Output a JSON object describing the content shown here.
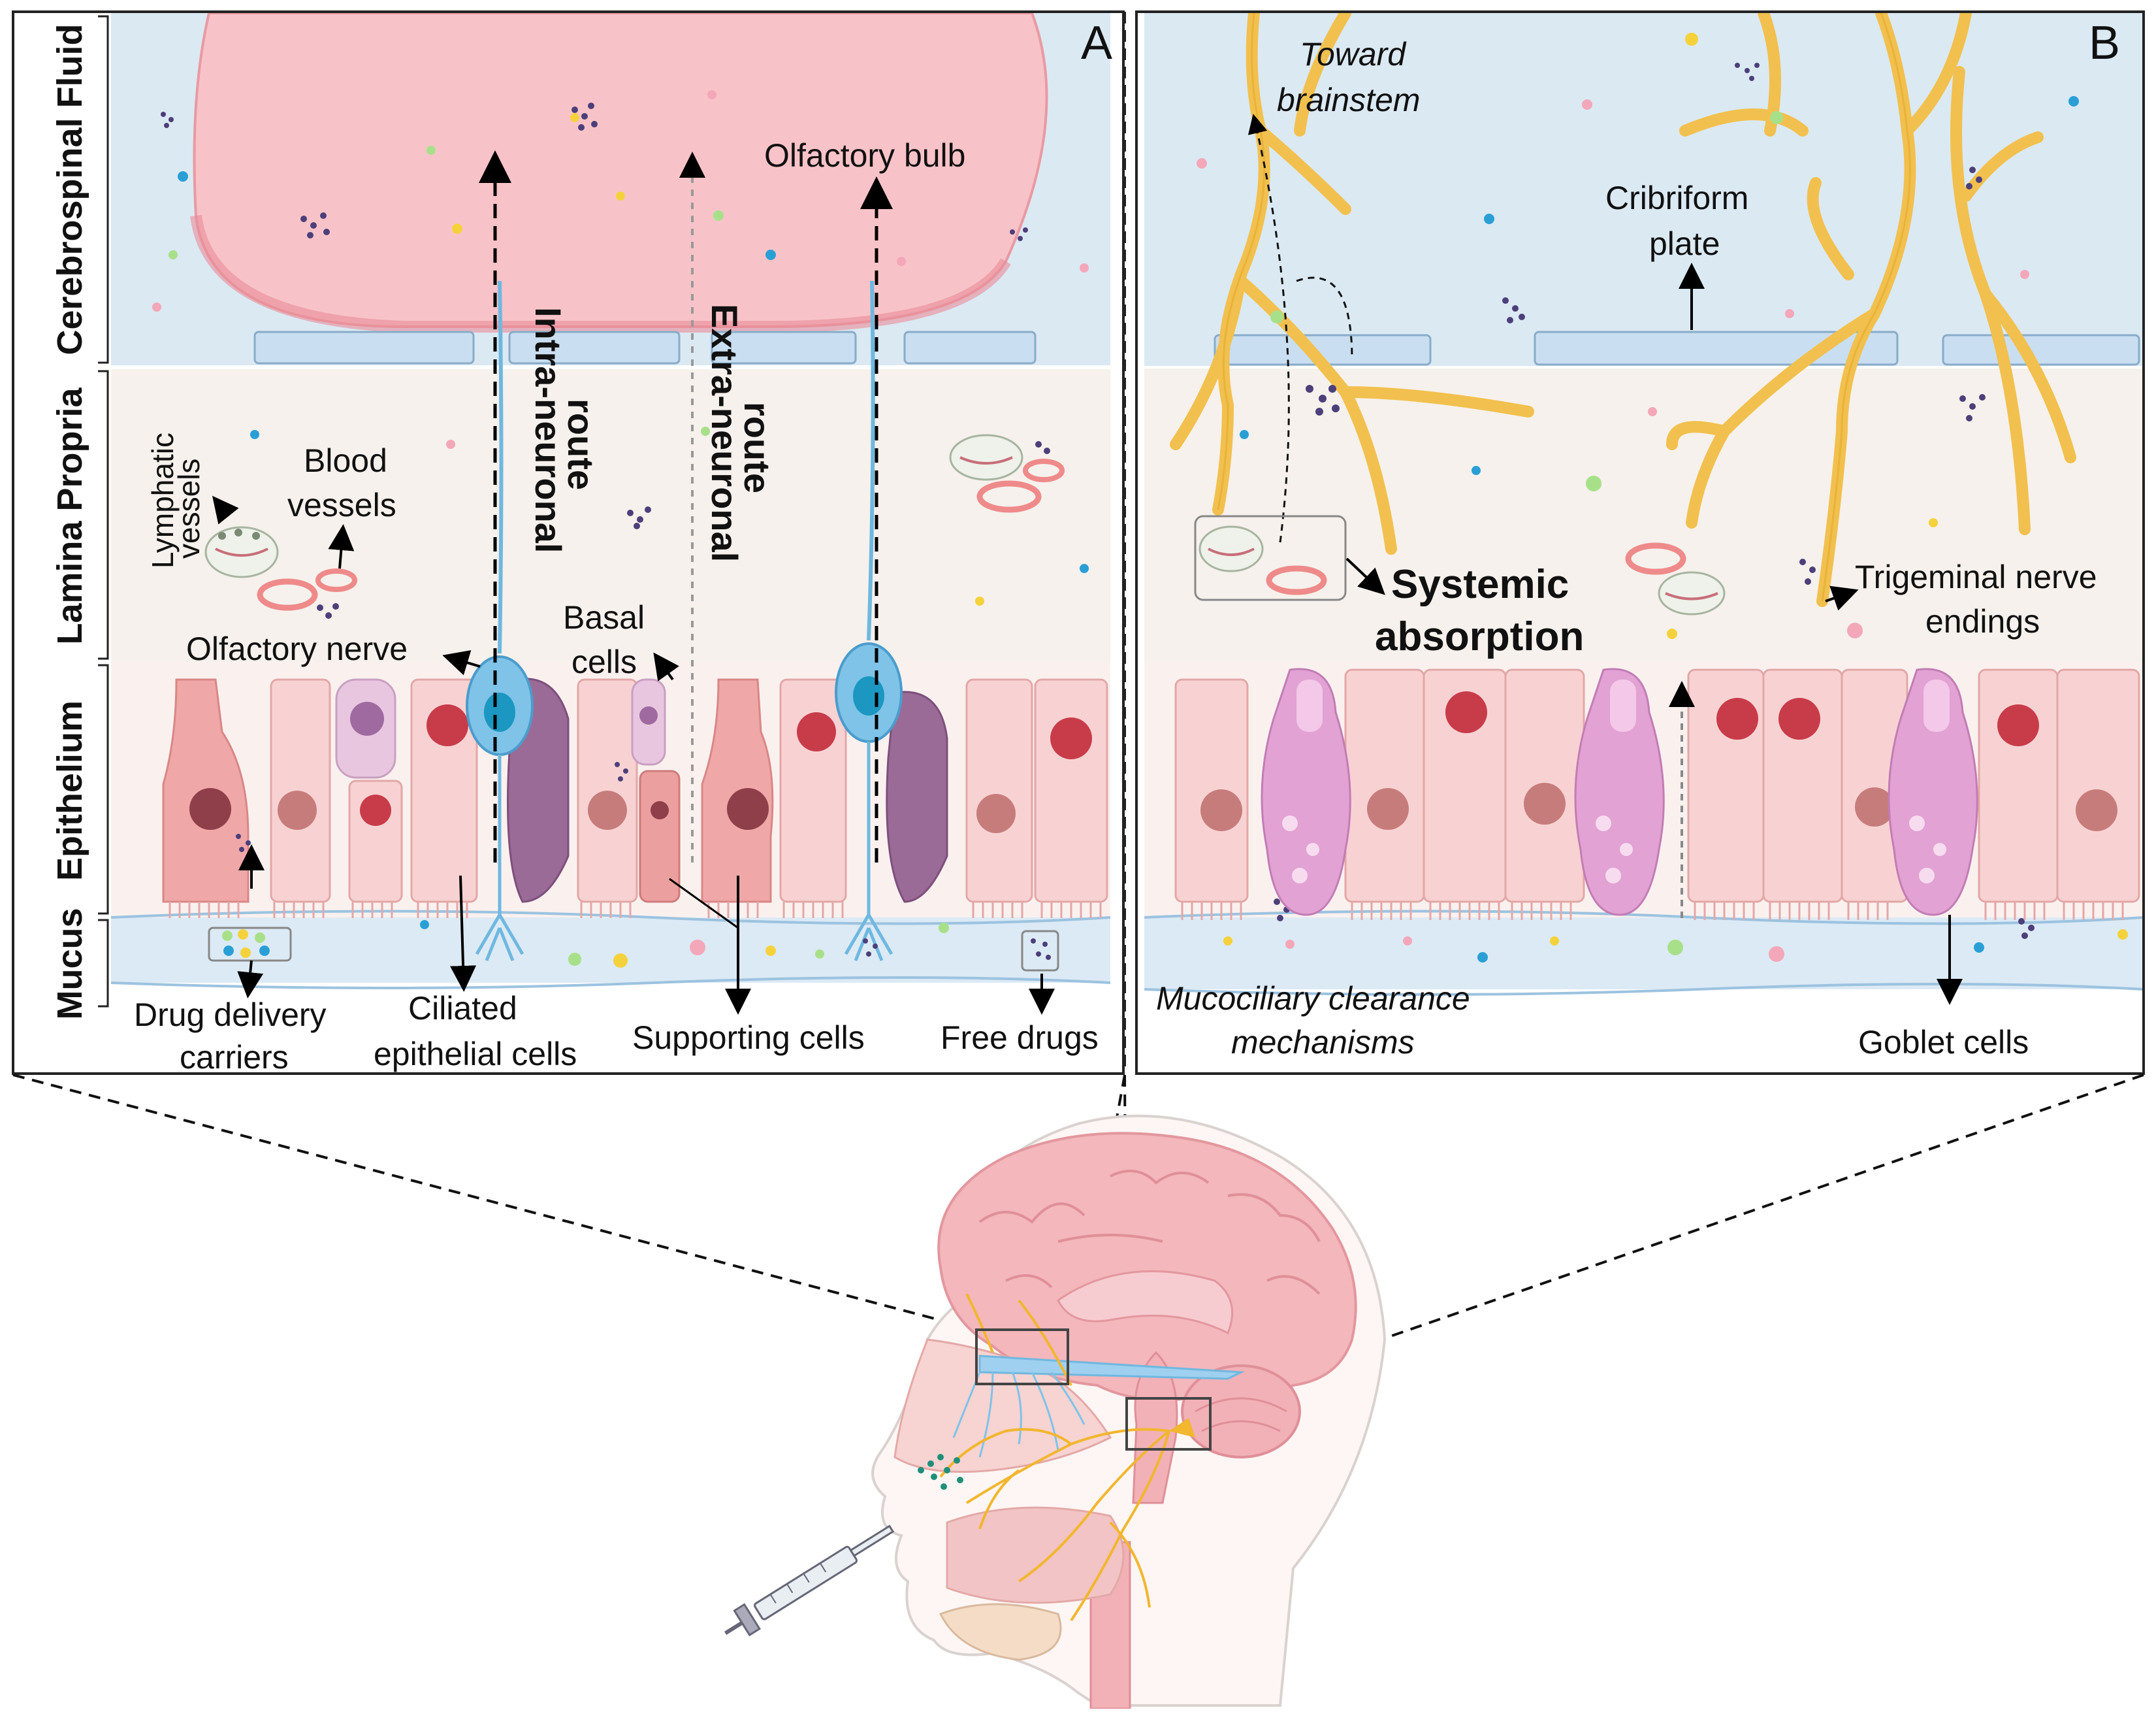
{
  "panels": {
    "a": {
      "letter": "A",
      "layers": {
        "csf": "Cerebrospinal Fluid",
        "lamina": "Lamina Propria",
        "epithelium": "Epithelium",
        "mucus": "Mucus"
      },
      "labels": {
        "olfactory_bulb": "Olfactory bulb",
        "intra_1": "Intra-neuronal",
        "intra_2": "route",
        "extra_1": "Extra-neuronal",
        "extra_2": "route",
        "lymph_1": "Lymphatic",
        "lymph_2": "vessels",
        "blood_1": "Blood",
        "blood_2": "vessels",
        "olfactory_nerve": "Olfactory nerve",
        "basal_1": "Basal",
        "basal_2": "cells",
        "carriers_1": "Drug delivery",
        "carriers_2": "carriers",
        "ciliated_1": "Ciliated",
        "ciliated_2": "epithelial cells",
        "supporting": "Supporting cells",
        "free_drugs": "Free drugs"
      }
    },
    "b": {
      "letter": "B",
      "labels": {
        "toward_1": "Toward",
        "toward_2": "brainstem",
        "cribriform_1": "Cribriform",
        "cribriform_2": "plate",
        "systemic_1": "Systemic",
        "systemic_2": "absorption",
        "trigeminal_1": "Trigeminal nerve",
        "trigeminal_2": "endings",
        "mucociliary_1": "Mucociliary clearance",
        "mucociliary_2": "mechanisms",
        "goblet": "Goblet cells"
      }
    }
  },
  "colors": {
    "csf_bg": "#dbe9f3",
    "lamina_bg": "#f6f1ec",
    "mucus_bg": "#dceaf5",
    "bulb": "#f8c3c8",
    "plate": "#c9def0",
    "nerve_yellow": "#f2c04e",
    "neuron_blue": "#6fb8e0",
    "cell_pink": "#f7cfcf",
    "goblet": "#e2a2d3",
    "supporting_purple": "#9b6b97"
  }
}
